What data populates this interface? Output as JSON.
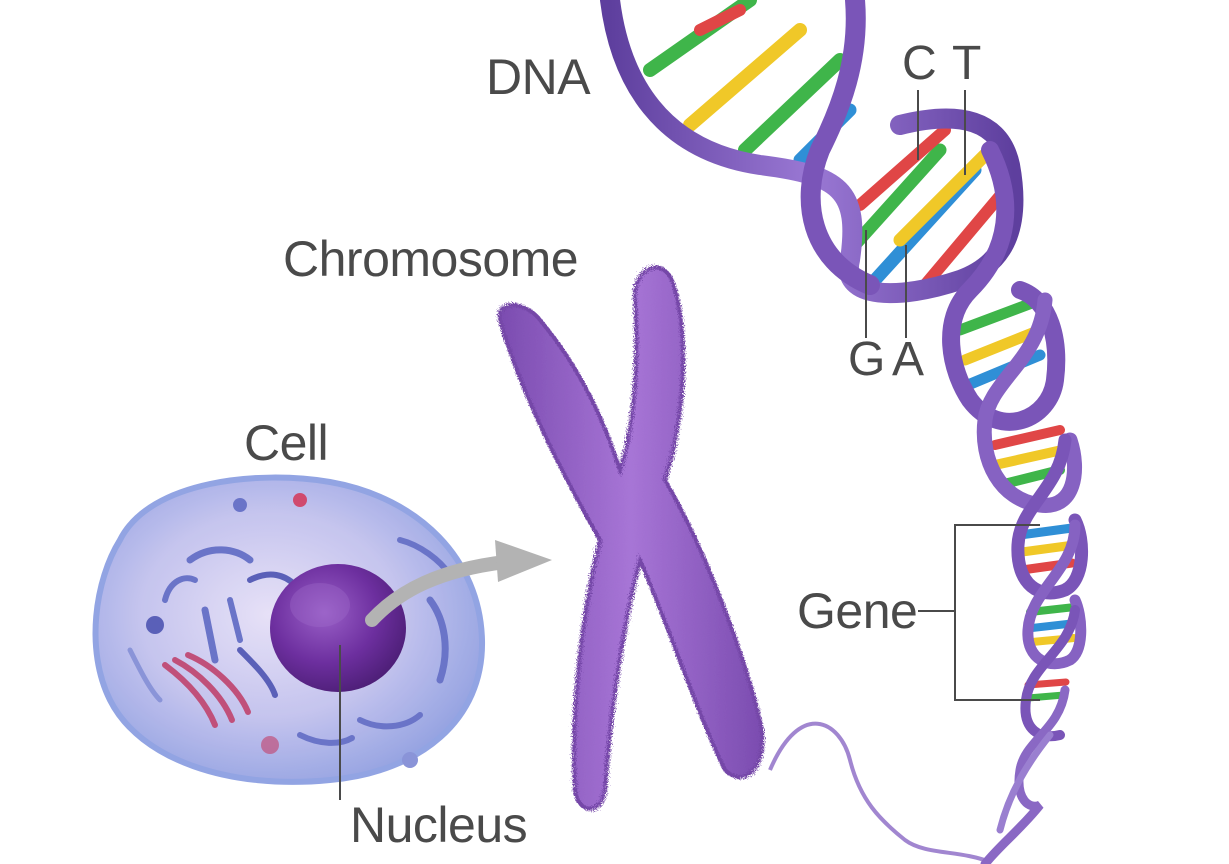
{
  "labels": {
    "dna": "DNA",
    "chromosome": "Chromosome",
    "cell": "Cell",
    "nucleus": "Nucleus",
    "gene": "Gene",
    "base_c": "C",
    "base_t": "T",
    "base_g": "G",
    "base_a": "A"
  },
  "colors": {
    "helix_backbone": "#7a55b8",
    "chromosome": "#8d5bbf",
    "cell_membrane": "#9ea8e6",
    "nucleus": "#6a2f9a",
    "arrow": "#b3b3b3",
    "label_text": "#4a4a4a",
    "base_red": "#e04646",
    "base_blue": "#2f8fd6",
    "base_green": "#3fb54a",
    "base_yellow": "#f0c828"
  }
}
